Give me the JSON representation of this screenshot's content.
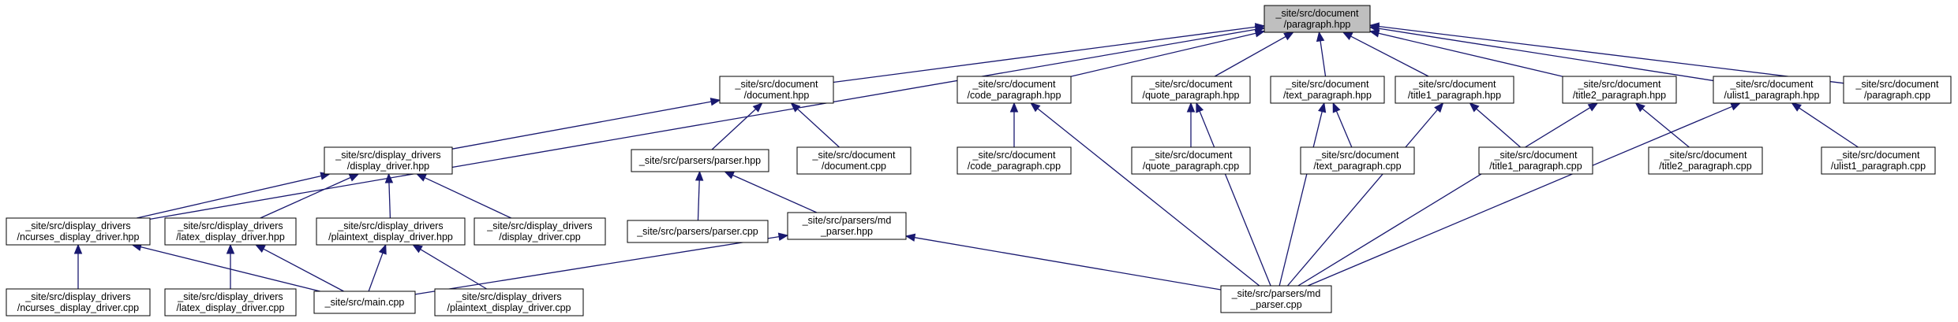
{
  "colors": {
    "edge": "#191970",
    "root_fill": "#bfbfbf",
    "node_fill": "#ffffff",
    "border": "#000000"
  },
  "nodes": {
    "paragraph_hpp": [
      "_site/src/document",
      "/paragraph.hpp"
    ],
    "document_hpp": [
      "_site/src/document",
      "/document.hpp"
    ],
    "code_paragraph_hpp": [
      "_site/src/document",
      "/code_paragraph.hpp"
    ],
    "quote_paragraph_hpp": [
      "_site/src/document",
      "/quote_paragraph.hpp"
    ],
    "text_paragraph_hpp": [
      "_site/src/document",
      "/text_paragraph.hpp"
    ],
    "title1_paragraph_hpp": [
      "_site/src/document",
      "/title1_paragraph.hpp"
    ],
    "title2_paragraph_hpp": [
      "_site/src/document",
      "/title2_paragraph.hpp"
    ],
    "ulist1_paragraph_hpp": [
      "_site/src/document",
      "/ulist1_paragraph.hpp"
    ],
    "paragraph_cpp": [
      "_site/src/document",
      "/paragraph.cpp"
    ],
    "display_driver_hpp": [
      "_site/src/display_drivers",
      "/display_driver.hpp"
    ],
    "parser_hpp": [
      "_site/src/parsers/parser.hpp"
    ],
    "document_cpp": [
      "_site/src/document",
      "/document.cpp"
    ],
    "code_paragraph_cpp": [
      "_site/src/document",
      "/code_paragraph.cpp"
    ],
    "quote_paragraph_cpp": [
      "_site/src/document",
      "/quote_paragraph.cpp"
    ],
    "text_paragraph_cpp": [
      "_site/src/document",
      "/text_paragraph.cpp"
    ],
    "title1_paragraph_cpp": [
      "_site/src/document",
      "/title1_paragraph.cpp"
    ],
    "title2_paragraph_cpp": [
      "_site/src/document",
      "/title2_paragraph.cpp"
    ],
    "ulist1_paragraph_cpp": [
      "_site/src/document",
      "/ulist1_paragraph.cpp"
    ],
    "ncurses_display_driver_hpp": [
      "_site/src/display_drivers",
      "/ncurses_display_driver.hpp"
    ],
    "latex_display_driver_hpp": [
      "_site/src/display_drivers",
      "/latex_display_driver.hpp"
    ],
    "plaintext_display_driver_hpp": [
      "_site/src/display_drivers",
      "/plaintext_display_driver.hpp"
    ],
    "display_driver_cpp": [
      "_site/src/display_drivers",
      "/display_driver.cpp"
    ],
    "parser_cpp": [
      "_site/src/parsers/parser.cpp"
    ],
    "md_parser_hpp": [
      "_site/src/parsers/md",
      "_parser.hpp"
    ],
    "ncurses_display_driver_cpp": [
      "_site/src/display_drivers",
      "/ncurses_display_driver.cpp"
    ],
    "latex_display_driver_cpp": [
      "_site/src/display_drivers",
      "/latex_display_driver.cpp"
    ],
    "main_cpp": [
      "_site/src/main.cpp"
    ],
    "plaintext_display_driver_cpp": [
      "_site/src/display_drivers",
      "/plaintext_display_driver.cpp"
    ],
    "md_parser_cpp": [
      "_site/src/parsers/md",
      "_parser.cpp"
    ]
  },
  "edges": [
    [
      "document_hpp",
      "paragraph_hpp"
    ],
    [
      "ncurses_display_driver_hpp",
      "paragraph_hpp"
    ],
    [
      "code_paragraph_hpp",
      "paragraph_hpp"
    ],
    [
      "quote_paragraph_hpp",
      "paragraph_hpp"
    ],
    [
      "text_paragraph_hpp",
      "paragraph_hpp"
    ],
    [
      "title1_paragraph_hpp",
      "paragraph_hpp"
    ],
    [
      "title2_paragraph_hpp",
      "paragraph_hpp"
    ],
    [
      "ulist1_paragraph_hpp",
      "paragraph_hpp"
    ],
    [
      "paragraph_cpp",
      "paragraph_hpp"
    ],
    [
      "display_driver_hpp",
      "document_hpp"
    ],
    [
      "parser_hpp",
      "document_hpp"
    ],
    [
      "document_cpp",
      "document_hpp"
    ],
    [
      "code_paragraph_cpp",
      "code_paragraph_hpp"
    ],
    [
      "md_parser_cpp",
      "code_paragraph_hpp"
    ],
    [
      "quote_paragraph_cpp",
      "quote_paragraph_hpp"
    ],
    [
      "md_parser_cpp",
      "quote_paragraph_hpp"
    ],
    [
      "text_paragraph_cpp",
      "text_paragraph_hpp"
    ],
    [
      "md_parser_cpp",
      "text_paragraph_hpp"
    ],
    [
      "title1_paragraph_cpp",
      "title1_paragraph_hpp"
    ],
    [
      "md_parser_cpp",
      "title1_paragraph_hpp"
    ],
    [
      "title2_paragraph_cpp",
      "title2_paragraph_hpp"
    ],
    [
      "md_parser_cpp",
      "title2_paragraph_hpp"
    ],
    [
      "ulist1_paragraph_cpp",
      "ulist1_paragraph_hpp"
    ],
    [
      "md_parser_cpp",
      "ulist1_paragraph_hpp"
    ],
    [
      "ncurses_display_driver_hpp",
      "display_driver_hpp"
    ],
    [
      "latex_display_driver_hpp",
      "display_driver_hpp"
    ],
    [
      "plaintext_display_driver_hpp",
      "display_driver_hpp"
    ],
    [
      "display_driver_cpp",
      "display_driver_hpp"
    ],
    [
      "parser_cpp",
      "parser_hpp"
    ],
    [
      "md_parser_hpp",
      "parser_hpp"
    ],
    [
      "ncurses_display_driver_cpp",
      "ncurses_display_driver_hpp"
    ],
    [
      "main_cpp",
      "ncurses_display_driver_hpp"
    ],
    [
      "latex_display_driver_cpp",
      "latex_display_driver_hpp"
    ],
    [
      "main_cpp",
      "latex_display_driver_hpp"
    ],
    [
      "main_cpp",
      "plaintext_display_driver_hpp"
    ],
    [
      "plaintext_display_driver_cpp",
      "plaintext_display_driver_hpp"
    ],
    [
      "main_cpp",
      "md_parser_hpp"
    ],
    [
      "md_parser_cpp",
      "md_parser_hpp"
    ]
  ]
}
